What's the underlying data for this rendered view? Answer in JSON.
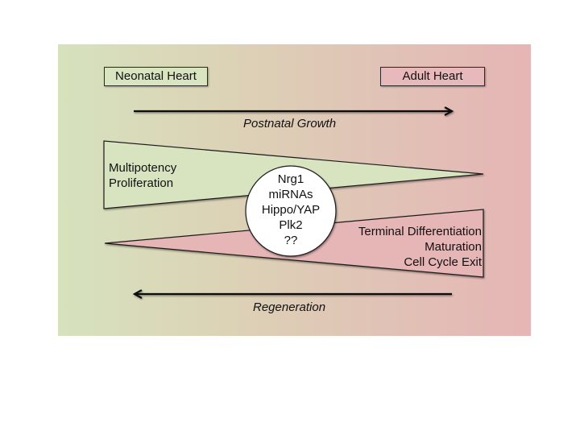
{
  "diagram": {
    "start_label": "Neonatal Heart",
    "end_label": "Adult Heart",
    "forward_arrow_label": "Postnatal Growth",
    "backward_arrow_label": "Regeneration",
    "decreasing_wedge": {
      "labels": [
        "Multipotency",
        "Proliferation"
      ],
      "color": "#d8e4bf"
    },
    "increasing_wedge": {
      "labels": [
        "Terminal Differentiation",
        "Maturation",
        "Cell Cycle Exit"
      ],
      "color": "#e6b5b6"
    },
    "regulators": [
      "Nrg1",
      "miRNAs",
      "Hippo/YAP",
      "Plk2",
      "??"
    ],
    "colors": {
      "neonatal": "#d6e2bd",
      "adult": "#e6b5b5",
      "outline": "#1a1a1a"
    }
  }
}
